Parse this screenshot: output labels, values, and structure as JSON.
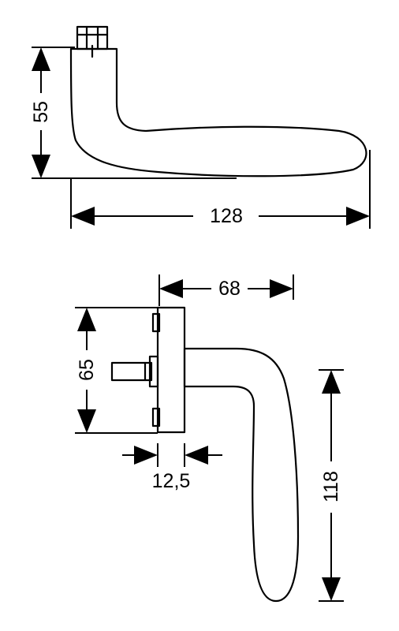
{
  "dimensions": {
    "top_height": "55",
    "top_length": "128",
    "side_width": "68",
    "rose_height": "65",
    "spindle_offset": "12,5",
    "lever_length": "118"
  },
  "colors": {
    "line": "#000000",
    "background": "#ffffff"
  }
}
